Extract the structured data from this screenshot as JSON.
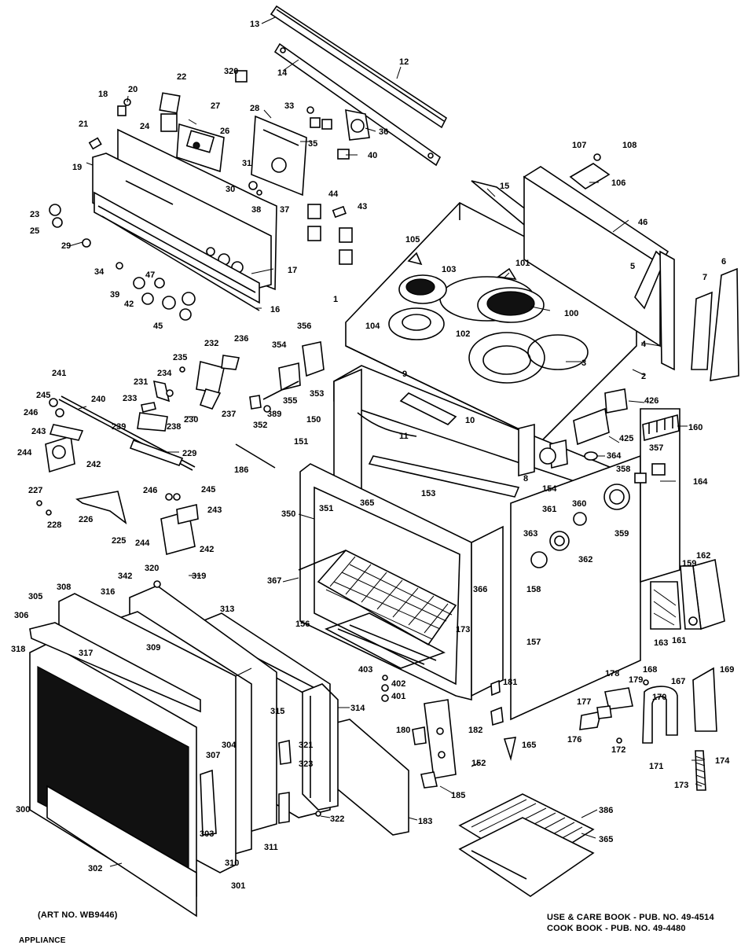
{
  "art_number": "(ART NO. WB9446)",
  "publications": {
    "use_care": "USE & CARE BOOK - PUB. NO. 49-4514",
    "cook_book": "COOK BOOK - PUB. NO. 49-4480"
  },
  "footer_partial": "APPLIANCE",
  "callouts": {
    "c13": "13",
    "c12": "12",
    "c14": "14",
    "c320": "320",
    "c22": "22",
    "c18a": "18",
    "c20": "20",
    "c27": "27",
    "c28": "28",
    "c33": "33",
    "c36": "36",
    "c35": "35",
    "c24": "24",
    "c26": "26",
    "c21": "21",
    "c40": "40",
    "c19": "19",
    "c31": "31",
    "c30": "30",
    "c38": "38",
    "c37": "37",
    "c44": "44",
    "c43": "43",
    "c23": "23",
    "c25": "25",
    "c29": "29",
    "c17": "17",
    "c34": "34",
    "c47": "47",
    "c39": "39",
    "c42": "42",
    "c45": "45",
    "c16": "16",
    "c107": "107",
    "c108": "108",
    "c106": "106",
    "c15": "15",
    "c46": "46",
    "c105": "105",
    "c101": "101",
    "c103": "103",
    "c5": "5",
    "c6": "6",
    "c7": "7",
    "c1": "1",
    "c100": "100",
    "c104": "104",
    "c102": "102",
    "c4": "4",
    "c3": "3",
    "c2": "2",
    "c356": "356",
    "c232": "232",
    "c236": "236",
    "c354": "354",
    "c235": "235",
    "c234": "234",
    "c231": "231",
    "c353": "353",
    "c241": "241",
    "c245a": "245",
    "c240": "240",
    "c233": "233",
    "c355": "355",
    "c246a": "246",
    "c237": "237",
    "c230": "230",
    "c389": "389",
    "c352": "352",
    "c239": "239",
    "c238": "238",
    "c243a": "243",
    "c229": "229",
    "c244a": "244",
    "c242a": "242",
    "c150": "150",
    "c9": "9",
    "c10": "10",
    "c11": "11",
    "c426": "426",
    "c160": "160",
    "c425": "425",
    "c151": "151",
    "c186": "186",
    "c227": "227",
    "c246b": "246",
    "c245b": "245",
    "c243b": "243",
    "c228": "228",
    "c226": "226",
    "c225": "225",
    "c244b": "244",
    "c242b": "242",
    "c364": "364",
    "c357": "357",
    "c8": "8",
    "c154": "154",
    "c358": "358",
    "c164": "164",
    "c153": "153",
    "c350": "350",
    "c351": "351",
    "c365a": "365",
    "c361": "361",
    "c360": "360",
    "c363": "363",
    "c362": "362",
    "c359": "359",
    "c162": "162",
    "c159": "159",
    "c320b": "320",
    "c319": "319",
    "c367": "367",
    "c342": "342",
    "c308": "308",
    "c316": "316",
    "c313": "313",
    "c305": "305",
    "c306": "306",
    "c318": "318",
    "c317": "317",
    "c309": "309",
    "c366": "366",
    "c158": "158",
    "c163": "163",
    "c161": "161",
    "c156": "156",
    "c157": "157",
    "c173": "173",
    "c168": "168",
    "c169": "169",
    "c178": "178",
    "c179": "179",
    "c167": "167",
    "c403": "403",
    "c402": "402",
    "c401": "401",
    "c170": "170",
    "c181": "181",
    "c315": "315",
    "c314": "314",
    "c177": "177",
    "c180": "180",
    "c182": "182",
    "c172": "172",
    "c176": "176",
    "c321": "321",
    "c304": "304",
    "c307": "307",
    "c323": "323",
    "c152": "152",
    "c165": "165",
    "c171": "171",
    "c174": "174",
    "c173b": "173",
    "c300": "300",
    "c303": "303",
    "c183": "183",
    "c185": "185",
    "c322": "322",
    "c386": "386",
    "c365b": "365",
    "c302": "302",
    "c310": "310",
    "c311": "311",
    "c301": "301"
  }
}
